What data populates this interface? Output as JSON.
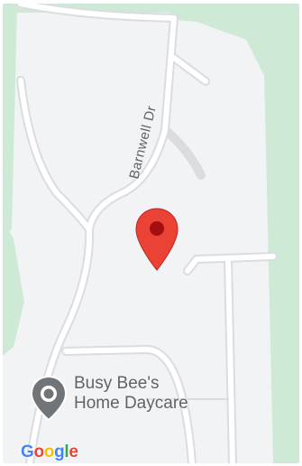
{
  "map": {
    "road_label": "Barnwell Dr",
    "poi": {
      "line1": "Busy Bee's",
      "line2": "Home Daycare",
      "icon": "place-pin-icon"
    },
    "marker": {
      "icon": "red-location-pin-icon",
      "color": "#ea4335"
    },
    "attribution": {
      "letters": [
        "G",
        "o",
        "o",
        "g",
        "l",
        "e"
      ],
      "colors": [
        "#4285f4",
        "#ea4335",
        "#fbbc05",
        "#4285f4",
        "#34a853",
        "#ea4335"
      ]
    },
    "colors": {
      "park": "#ceead6",
      "land": "#f1f3f4",
      "road": "#ffffff",
      "road_edge": "#dadce0"
    }
  }
}
